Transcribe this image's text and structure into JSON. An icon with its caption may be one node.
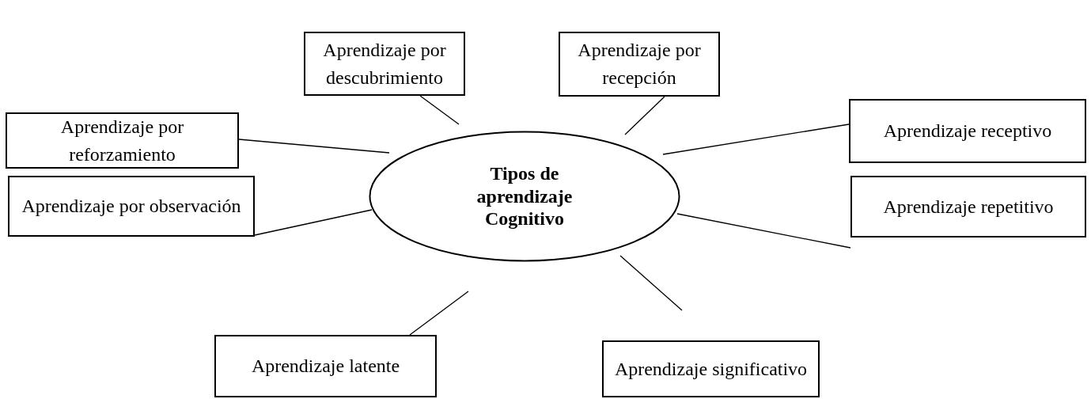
{
  "diagram": {
    "nodes": [
      {
        "text": [
          "Tipos de aprendizaje Cognitivo"
        ]
      },
      {
        "text": [
          "Aprendizaje por descubrimiento"
        ]
      },
      {
        "text": [
          "Aprendizaje por recepción"
        ]
      },
      {
        "text": [
          "Aprendizaje por reforzamiento"
        ]
      },
      {
        "text": [
          "Aprendizaje receptivo"
        ]
      },
      {
        "text": [
          "Aprendizaje por observación"
        ]
      },
      {
        "text": [
          "Aprendizaje repetitivo"
        ]
      },
      {
        "text": [
          "Aprendizaje latente"
        ]
      },
      {
        "text": [
          "Aprendizaje significativo"
        ]
      }
    ],
    "edges": [
      {
        "from": 0,
        "to": 1,
        "arrow": "none"
      },
      {
        "from": 0,
        "to": 2,
        "arrow": "none"
      },
      {
        "from": 0,
        "to": 3,
        "arrow": "none"
      },
      {
        "from": 0,
        "to": 4,
        "arrow": "none"
      },
      {
        "from": 0,
        "to": 5,
        "arrow": "none"
      },
      {
        "from": 0,
        "to": 6,
        "arrow": "none"
      },
      {
        "from": 0,
        "to": 7,
        "arrow": "none"
      },
      {
        "from": 0,
        "to": 8,
        "arrow": "none"
      }
    ]
  }
}
